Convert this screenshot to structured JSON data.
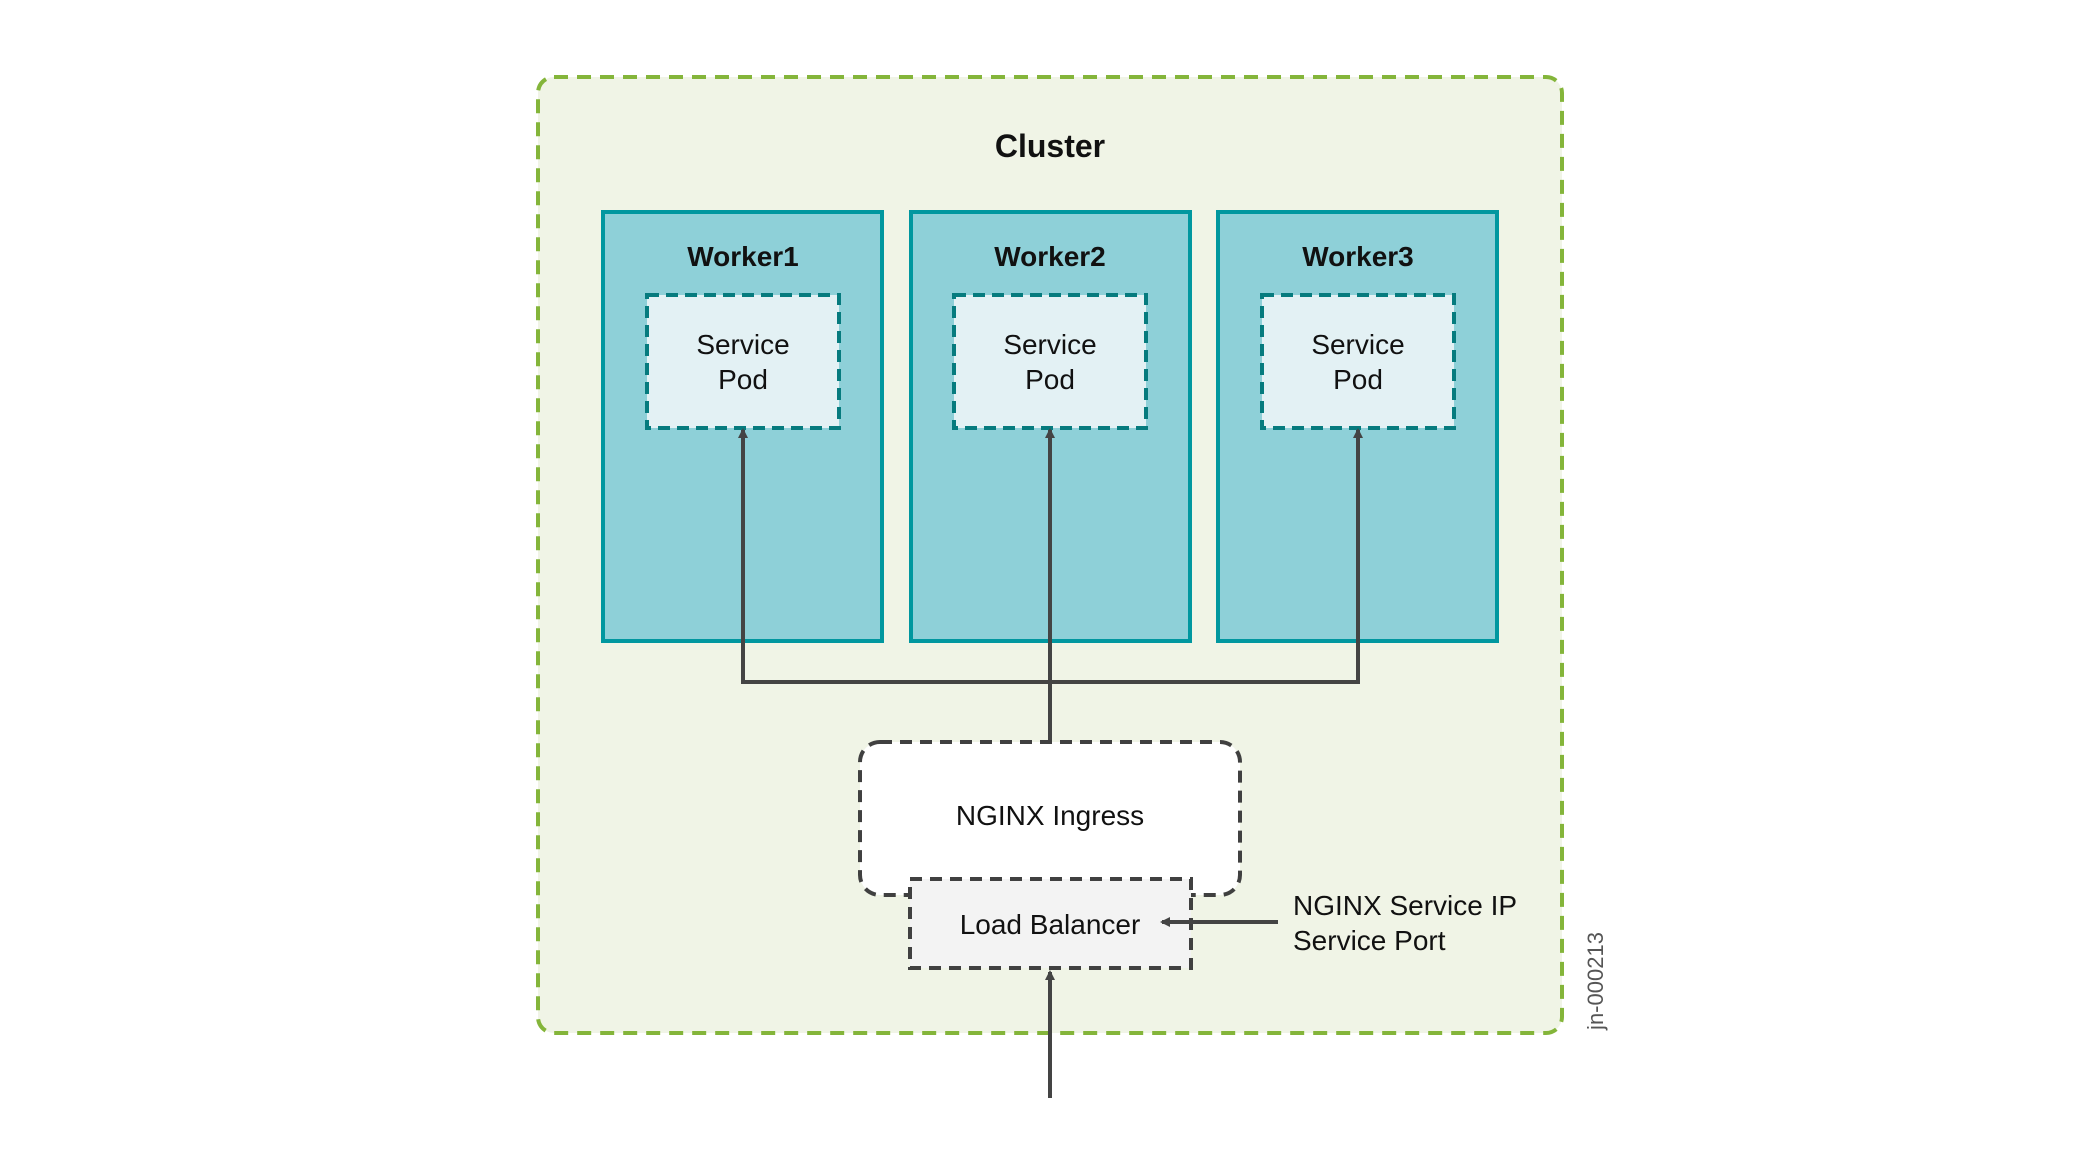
{
  "cluster": {
    "title": "Cluster",
    "fill": "#f0f4e6",
    "border": "#84b53a"
  },
  "workers": [
    {
      "name": "Worker1",
      "pod": {
        "line1": "Service",
        "line2": "Pod"
      }
    },
    {
      "name": "Worker2",
      "pod": {
        "line1": "Service",
        "line2": "Pod"
      }
    },
    {
      "name": "Worker3",
      "pod": {
        "line1": "Service",
        "line2": "Pod"
      }
    }
  ],
  "ingress": {
    "label": "NGINX Ingress"
  },
  "load_balancer": {
    "label": "Load Balancer"
  },
  "service_annotation": {
    "line1": "NGINX Service IP",
    "line2": "Service Port"
  },
  "figure_id": "jn-000213",
  "colors": {
    "worker_fill": "#8ed0d8",
    "worker_border": "#00979f",
    "pod_fill": "#e3f1f4",
    "pod_border": "#067b7e",
    "ingress_fill": "#ffffff",
    "lb_fill": "#f3f3f3",
    "dashed_dark": "#404040",
    "arrow": "#444444"
  }
}
